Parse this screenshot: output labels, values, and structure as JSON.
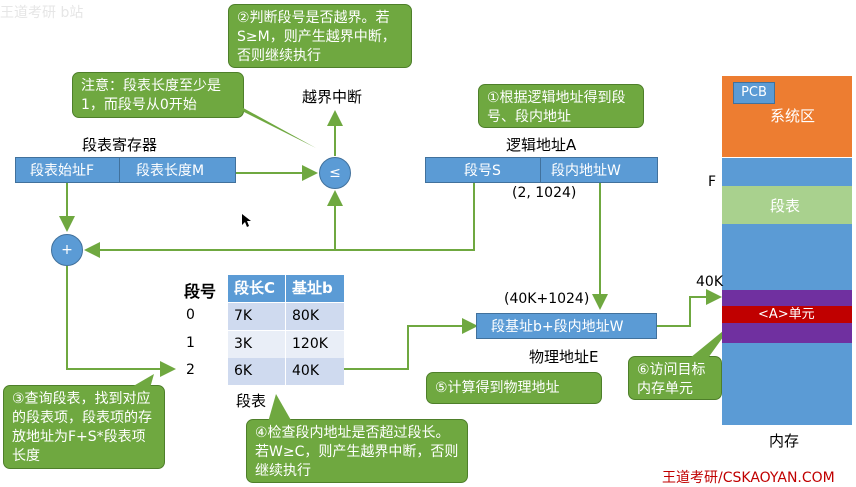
{
  "watermark_tl": "王道考研 b站",
  "brand": "王道考研/CSKAOYAN.COM",
  "callouts": {
    "c2": "②判断段号是否越界。若S≥M，则产生越界中断，否则继续执行",
    "note": "注意：段表长度至少是1，而段号从0开始",
    "c1": "①根据逻辑地址得到段号、段内地址",
    "c3": "③查询段表，找到对应的段表项，段表项的存放地址为F+S*段表项长度",
    "c4": "④检查段内地址是否超过段长。若W≥C，则产生越界中断，否则继续执行",
    "c5": "⑤计算得到物理地址",
    "c6": "⑥访问目标内存单元"
  },
  "labels": {
    "boundary_interrupt": "越界中断",
    "seg_register": "段表寄存器",
    "logical_address": "逻辑地址A",
    "logical_value": "(2, 1024)",
    "physical_value": "(40K+1024)",
    "physical_address": "物理地址E",
    "segment_table": "段表",
    "memory": "内存",
    "f_label": "F",
    "k40_label": "40K"
  },
  "register": {
    "start": "段表始址F",
    "length": "段表长度M"
  },
  "logical": {
    "segno": "段号S",
    "offset": "段内地址W"
  },
  "physical": {
    "box": "段基址b+段内地址W"
  },
  "operators": {
    "compare": "≤",
    "add": "+"
  },
  "seg_table": {
    "col_no": "段号",
    "col_len": "段长C",
    "col_base": "基址b",
    "rows": [
      {
        "no": "0",
        "len": "7K",
        "base": "80K"
      },
      {
        "no": "1",
        "len": "3K",
        "base": "120K"
      },
      {
        "no": "2",
        "len": "6K",
        "base": "40K"
      }
    ]
  },
  "memory_map": {
    "pcb": "PCB",
    "system_area": "系统区",
    "seg_table_block": "段表",
    "target_unit": "<A>单元"
  },
  "colors": {
    "callout_green": "#6fa840",
    "blue": "#5b9bd5",
    "system_orange": "#ed7d31",
    "segtable_green": "#a9d18e",
    "purple": "#7030a0",
    "red": "#c00000"
  }
}
